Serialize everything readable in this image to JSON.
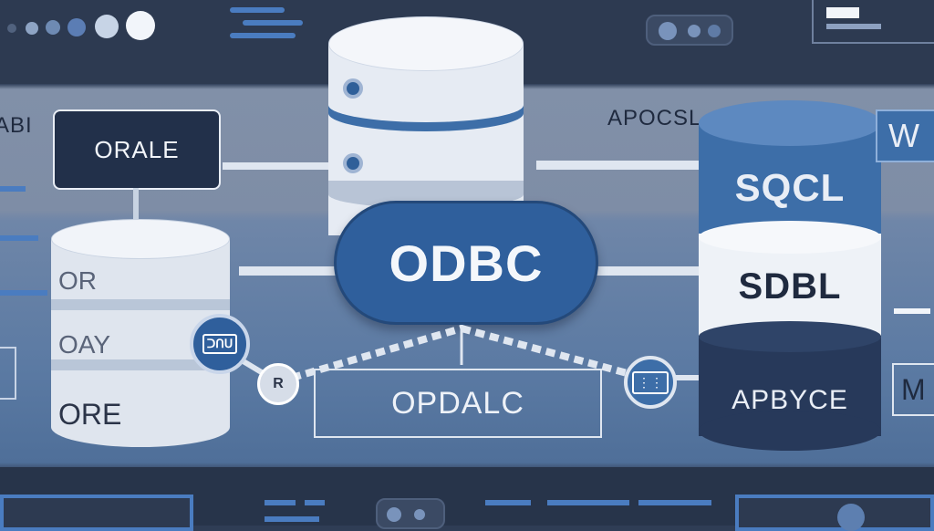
{
  "labels": {
    "orale": "ORALE",
    "apocsl": "APOCSL",
    "odbc": "ODBC",
    "opdalc": "OPDALC",
    "sqcl": "SQCL",
    "sdbl": "SDBL",
    "apbyce": "APBYCE",
    "abl_fragment": "ABI",
    "w_fragment": "W",
    "m_fragment": "M"
  },
  "left_cylinder": {
    "rows": [
      "OR",
      "OAY",
      "ORE"
    ]
  },
  "node_labels": {
    "left": "ᑐᑎᑌ",
    "middle": "R",
    "right": "⋮⋮"
  },
  "colors": {
    "accent_blue": "#3d6ea8",
    "navy": "#22304a",
    "light": "#e3e9f2"
  }
}
